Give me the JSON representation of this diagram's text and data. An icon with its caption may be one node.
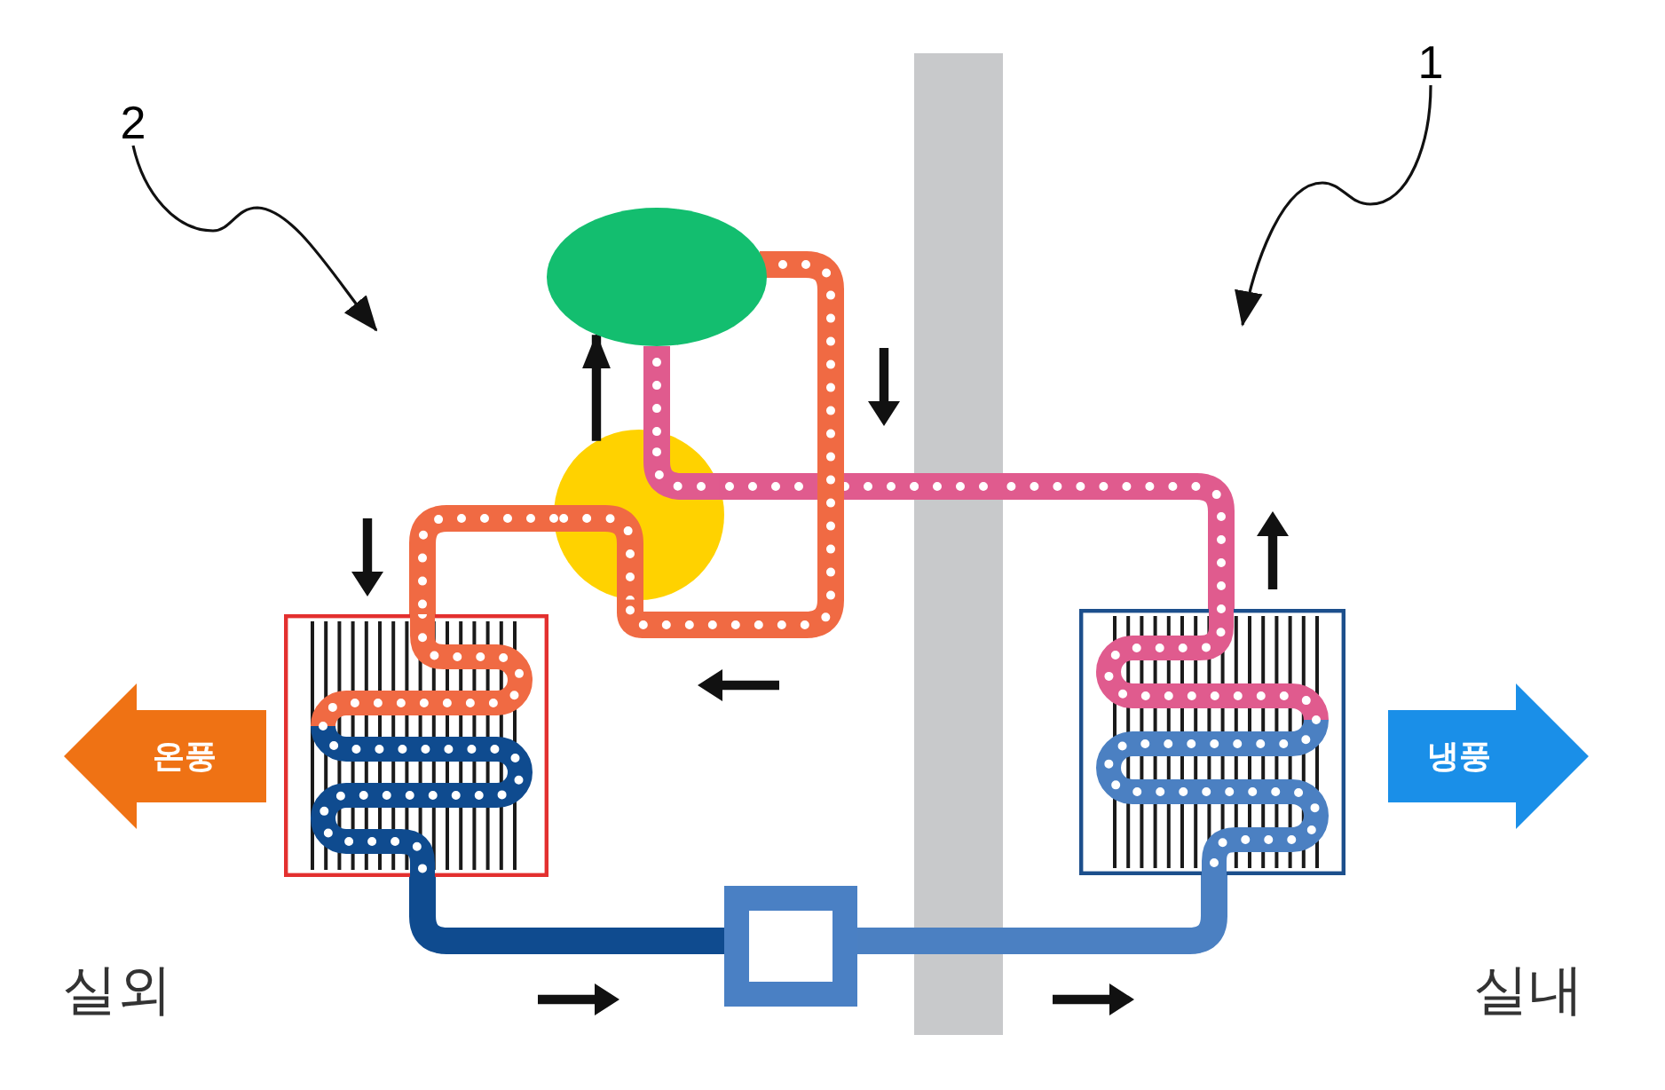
{
  "diagram": {
    "nodes": [
      {
        "text": [
          "2"
        ]
      },
      {
        "text": [
          "1"
        ]
      },
      {
        "text": [],
        "shape": "bar"
      },
      {
        "text": [],
        "shape": "ellipse"
      },
      {
        "text": [],
        "shape": "circle"
      },
      {
        "text": [],
        "shape": "box"
      },
      {
        "text": [],
        "shape": "box"
      },
      {
        "text": [],
        "shape": "box"
      },
      {
        "text": [
          "온풍"
        ]
      },
      {
        "text": [
          "냉풍"
        ]
      }
    ],
    "edges": [
      {
        "from": 0,
        "to": null,
        "arrow": "to"
      },
      {
        "from": 1,
        "to": null,
        "arrow": "to"
      },
      {
        "from": 4,
        "to": 3,
        "arrow": "to"
      },
      {
        "from": 6,
        "to": 2,
        "arrow": "none",
        "color": "#e05b8e"
      },
      {
        "from": 2,
        "to": 4,
        "arrow": "none",
        "color": "#e05b8e"
      },
      {
        "from": 4,
        "to": 3,
        "arrow": "none",
        "color": "#e05b8e"
      },
      {
        "from": 3,
        "to": 4,
        "arrow": "none",
        "color": "#f06a43"
      },
      {
        "from": 4,
        "to": 5,
        "arrow": "none",
        "color": "#f06a43"
      },
      {
        "from": 5,
        "to": 7,
        "arrow": "none",
        "color": "#0f4b8f"
      },
      {
        "from": 7,
        "to": 2,
        "arrow": "none",
        "color": "#4b80c2"
      },
      {
        "from": 2,
        "to": 6,
        "arrow": "none",
        "color": "#4b80c2"
      }
    ],
    "labels": [
      "실외",
      "실내"
    ]
  }
}
